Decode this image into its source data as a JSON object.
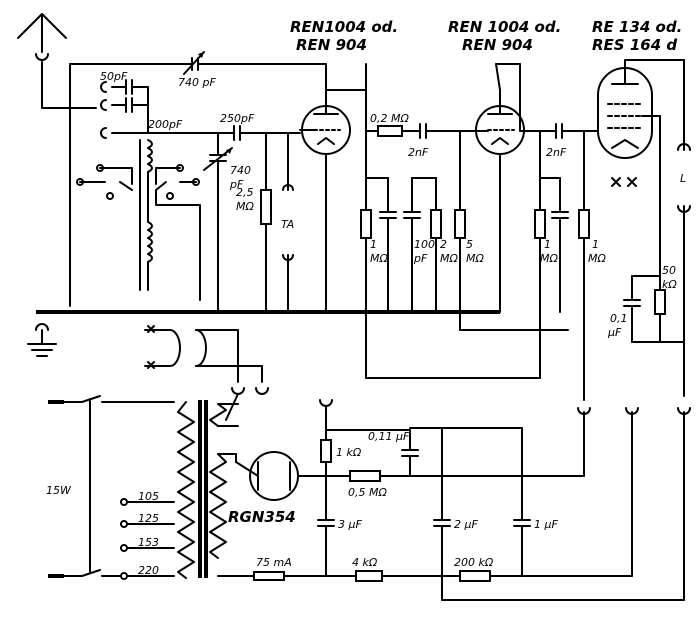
{
  "tubes": {
    "t1_a": "REN1004 od.",
    "t1_b": "REN 904",
    "t2_a": "REN 1004 od.",
    "t2_b": "REN 904",
    "t3_a": "RE 134 od.",
    "t3_b": "RES 164 d",
    "rect": "RGN354"
  },
  "labels": {
    "c_50pf": "50pF",
    "c_740pf_top": "740 pF",
    "c_200pf": "200pF",
    "c_250pf": "250pF",
    "c_740_var_a": "740",
    "c_740_var_b": "pF",
    "r_25m_a": "2,5",
    "r_25m_b": "MΩ",
    "ta": "TA",
    "r_02m": "0,2 MΩ",
    "c_2nf_1": "2nF",
    "c_2nf_2": "2nF",
    "r_1m_a1": "1",
    "r_1m_b1": "MΩ",
    "c_100pf_a": "100",
    "c_100pf_b": "pF",
    "r_2m_a": "2",
    "r_2m_b": "MΩ",
    "r_5m_a": "5",
    "r_5m_b": "MΩ",
    "r_1m_a2": "1",
    "r_1m_b2": "MΩ",
    "r_1m_a3": "1",
    "r_1m_b3": "MΩ",
    "speaker": "L",
    "r_50k_a": "50",
    "r_50k_b": "kΩ",
    "c_01uf_a": "0,1",
    "c_01uf_b": "μF",
    "power": "15W",
    "tap_105": "105",
    "tap_125": "125",
    "tap_153": "153",
    "tap_220": "220",
    "r_1k": "1 kΩ",
    "c_011uf": "0,11 μF",
    "r_05m": "0,5 MΩ",
    "c_3uf": "3 μF",
    "c_2uf": "2 μF",
    "c_1uf": "1 μF",
    "fuse_75ma": "75 mA",
    "r_4k": "4 kΩ",
    "r_200k": "200 kΩ"
  }
}
